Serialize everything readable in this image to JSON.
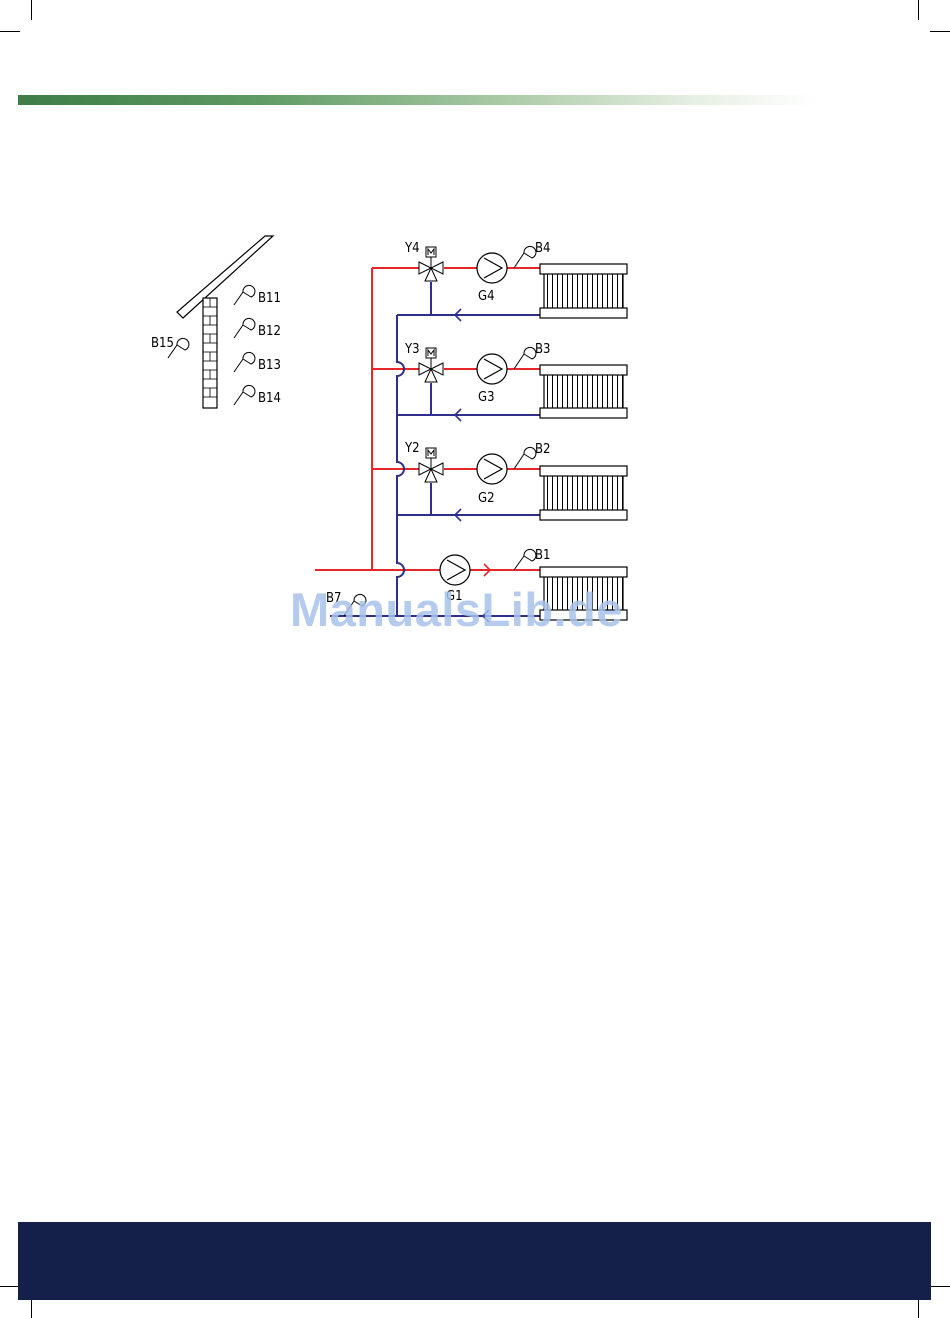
{
  "labels": {
    "solar_sensors": [
      "B11",
      "B12",
      "B13",
      "B14"
    ],
    "outdoor_sensor": "B15",
    "circuits": [
      {
        "valve": "Y4",
        "pump": "G4",
        "sensor": "B4"
      },
      {
        "valve": "Y3",
        "pump": "G3",
        "sensor": "B3"
      },
      {
        "valve": "Y2",
        "pump": "G2",
        "sensor": "B2"
      },
      {
        "valve": "",
        "pump": "G1",
        "sensor": "B1"
      }
    ],
    "return_sensor": "B7"
  },
  "watermark": "ManualsLib.de",
  "colors": {
    "supply": "#e8262a",
    "return": "#2e2e8c",
    "header_band": "#3e7d47",
    "footer_band": "#14204a"
  }
}
